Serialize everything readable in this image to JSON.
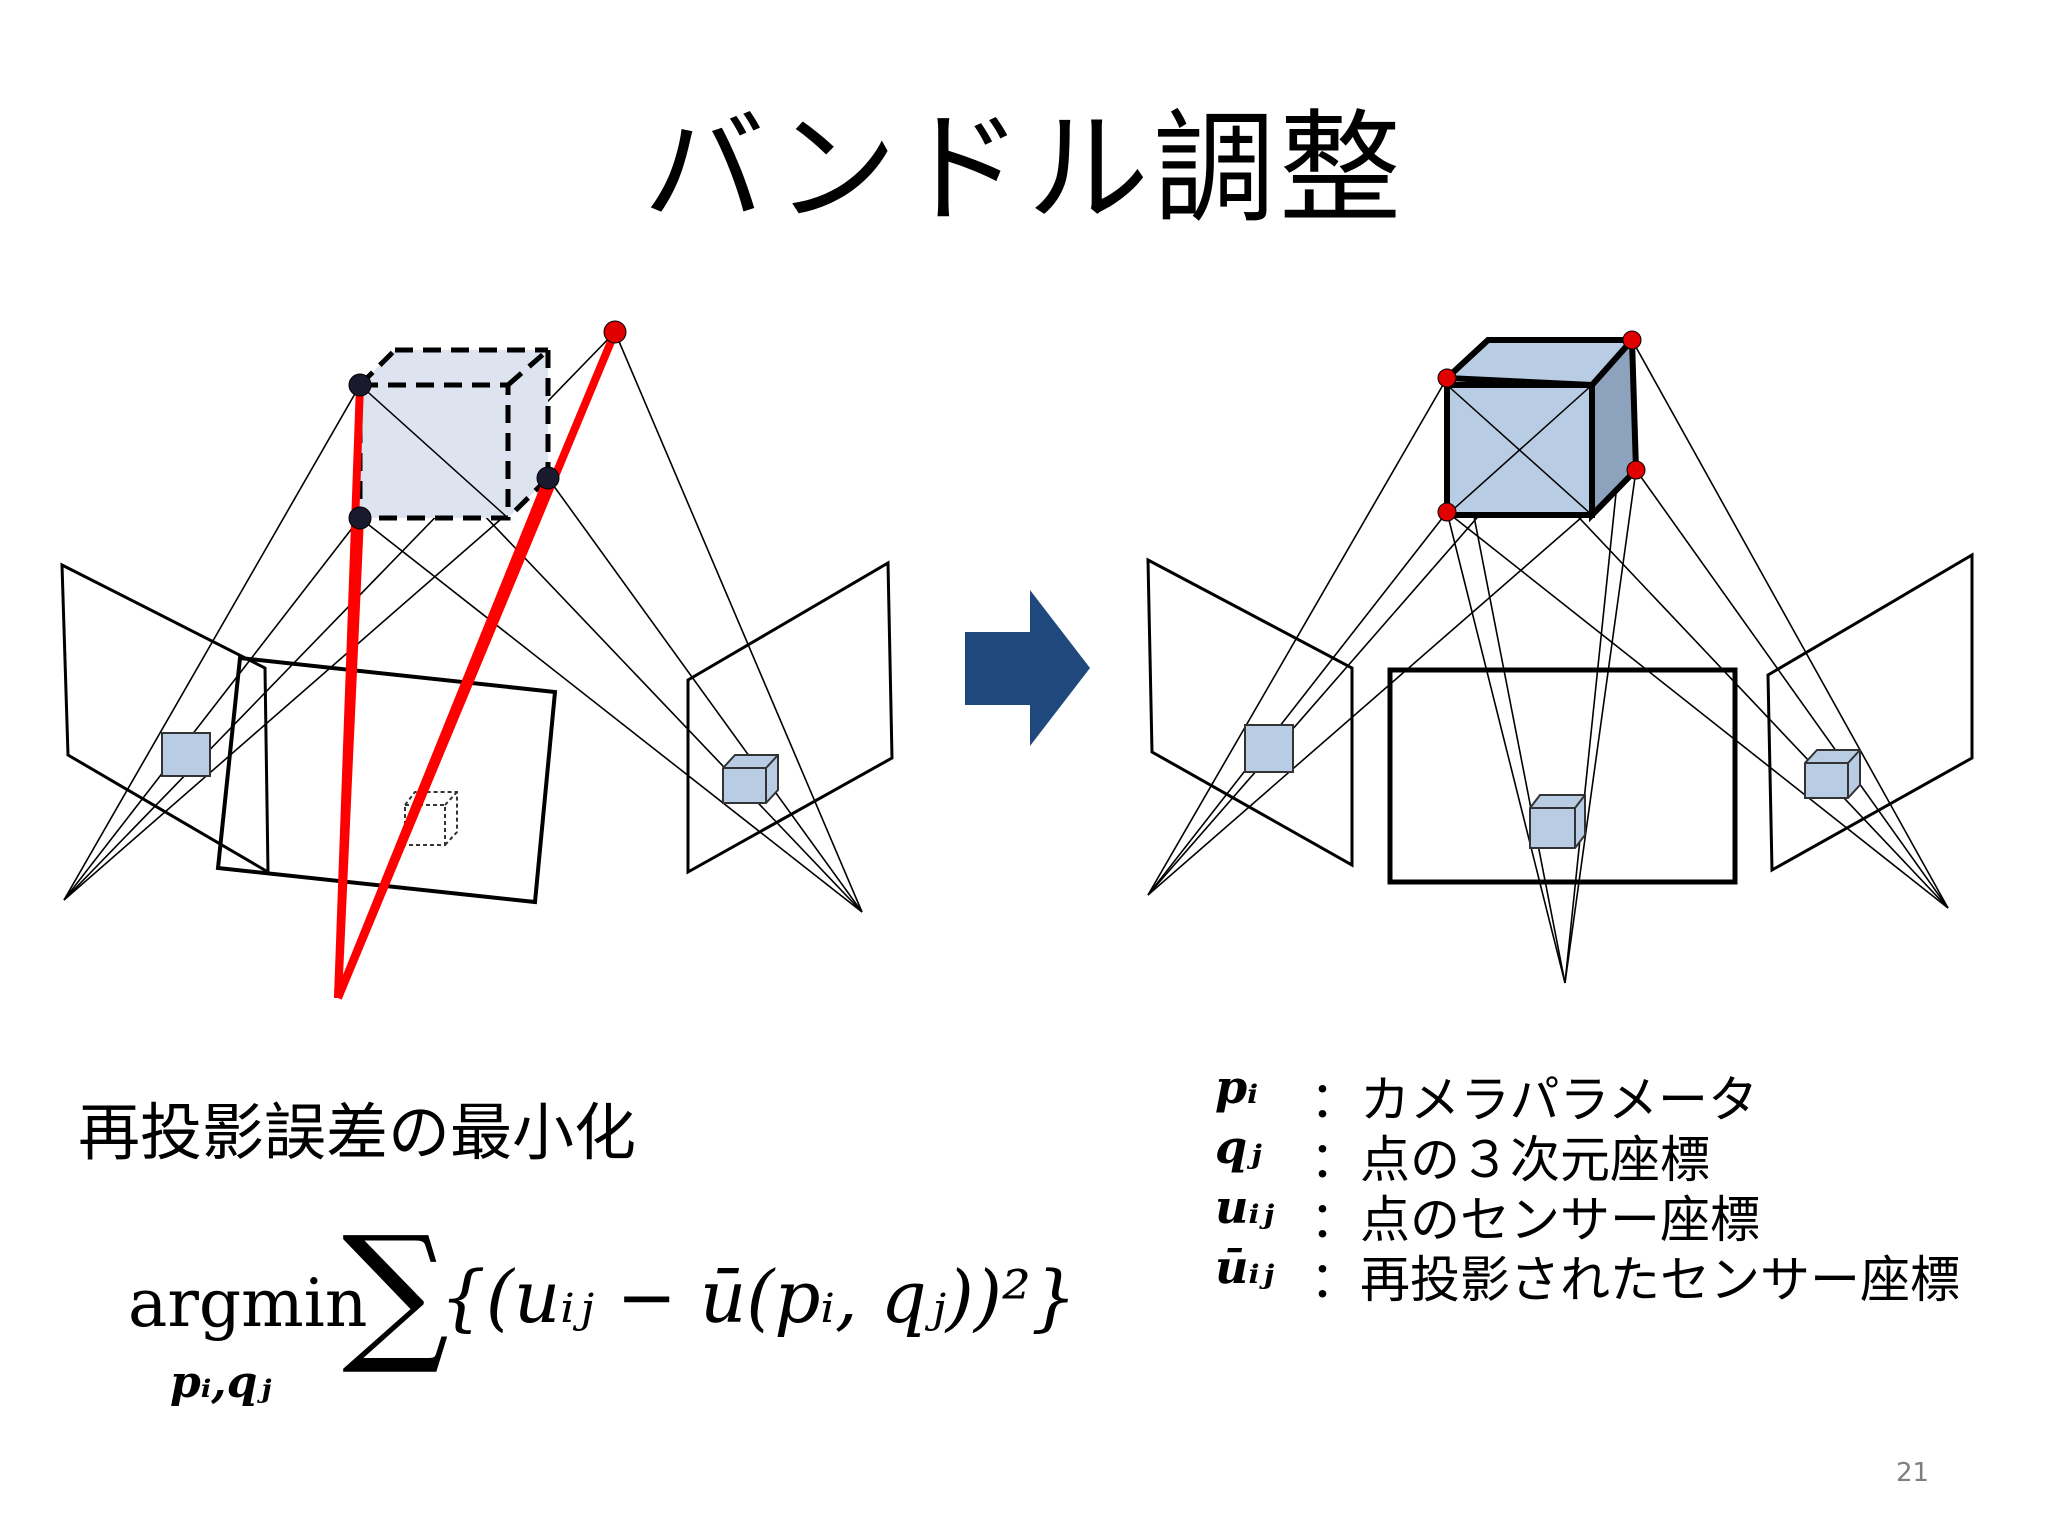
{
  "slide": {
    "title": "バンドル調整",
    "subtitle": "再投影誤差の最小化",
    "page_number": "21"
  },
  "formula": {
    "operator": "argmin",
    "operator_sub": "pᵢ,qⱼ",
    "sum_symbol": "∑",
    "expression": "{(uᵢⱼ − ū(pᵢ, qⱼ))²}"
  },
  "legend": [
    {
      "symbol": "pᵢ",
      "description": "：カメラパラメータ"
    },
    {
      "symbol": "qⱼ",
      "description": "：点の３次元座標"
    },
    {
      "symbol": "uᵢⱼ",
      "description": "：点のセンサー座標"
    },
    {
      "symbol": "ūᵢⱼ",
      "description": "：再投影されたセンサー座標"
    }
  ],
  "colors": {
    "cube_fill": "#b8cce4",
    "cube_fill_light": "#dde4ef",
    "error_ray": "#ff0000",
    "arrow": "#1f497d",
    "point": "#1a1a2e",
    "point_red": "#e00000"
  },
  "icons": {
    "arrow": "right-arrow-icon"
  }
}
